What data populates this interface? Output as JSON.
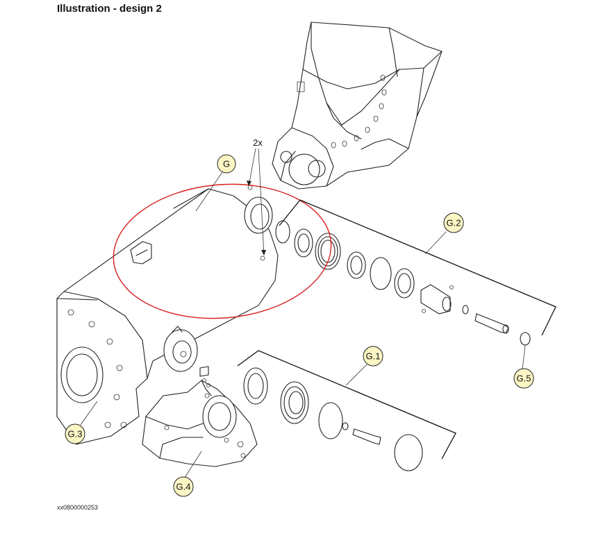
{
  "title": "Illustration - design 2",
  "doc_id": "xx0800000253",
  "quantity_note": "2x",
  "callouts": [
    {
      "id": "G",
      "label": "G"
    },
    {
      "id": "G2",
      "label": "G.2"
    },
    {
      "id": "G1",
      "label": "G.1"
    },
    {
      "id": "G3",
      "label": "G.3"
    },
    {
      "id": "G4",
      "label": "G.4"
    },
    {
      "id": "G5",
      "label": "G.5"
    }
  ],
  "colors": {
    "callout_fill": "#fbf6c4",
    "highlight_ellipse": "#d81f1f",
    "line": "#222222"
  }
}
